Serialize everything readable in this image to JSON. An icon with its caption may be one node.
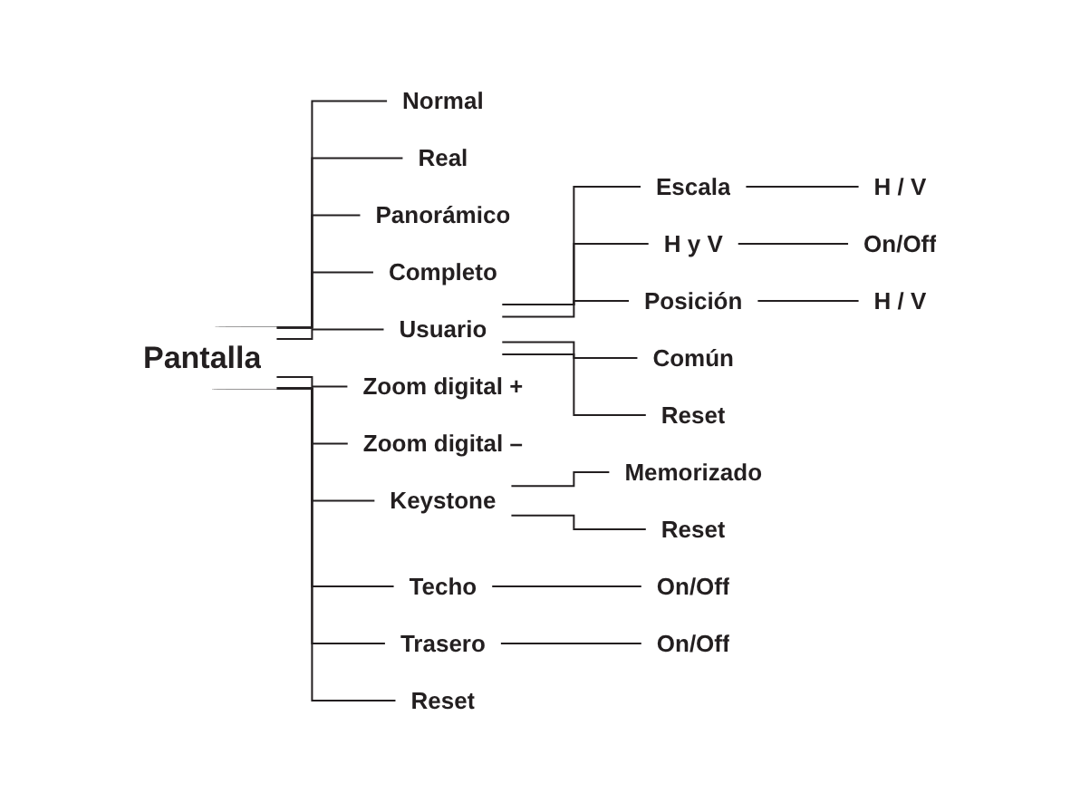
{
  "diagram": {
    "nodes": [
      {
        "text": [
          "Pantalla"
        ]
      },
      {
        "text": [
          "Normal"
        ]
      },
      {
        "text": [
          "Real"
        ]
      },
      {
        "text": [
          "Panorámico"
        ]
      },
      {
        "text": [
          "Completo"
        ]
      },
      {
        "text": [
          "Usuario"
        ]
      },
      {
        "text": [
          "Escala"
        ]
      },
      {
        "text": [
          "H / V"
        ]
      },
      {
        "text": [
          "H y V"
        ]
      },
      {
        "text": [
          "On/Off"
        ]
      },
      {
        "text": [
          "Posición"
        ]
      },
      {
        "text": [
          "H / V"
        ]
      },
      {
        "text": [
          "Común"
        ]
      },
      {
        "text": [
          "Reset"
        ]
      },
      {
        "text": [
          "Zoom digital +"
        ]
      },
      {
        "text": [
          "Zoom digital –"
        ]
      },
      {
        "text": [
          "Keystone"
        ]
      },
      {
        "text": [
          "Memorizado"
        ]
      },
      {
        "text": [
          "Reset"
        ]
      },
      {
        "text": [
          "Techo"
        ]
      },
      {
        "text": [
          "On/Off"
        ]
      },
      {
        "text": [
          "Trasero"
        ]
      },
      {
        "text": [
          "On/Off"
        ]
      },
      {
        "text": [
          "Reset"
        ]
      }
    ],
    "edges": [
      {
        "from": 0,
        "to": 1,
        "arrow": "none"
      },
      {
        "from": 0,
        "to": 2,
        "arrow": "none"
      },
      {
        "from": 0,
        "to": 3,
        "arrow": "none"
      },
      {
        "from": 0,
        "to": 4,
        "arrow": "none"
      },
      {
        "from": 0,
        "to": 5,
        "arrow": "none"
      },
      {
        "from": 5,
        "to": 6,
        "arrow": "none"
      },
      {
        "from": 6,
        "to": 7,
        "arrow": "none"
      },
      {
        "from": 5,
        "to": 8,
        "arrow": "none"
      },
      {
        "from": 8,
        "to": 9,
        "arrow": "none"
      },
      {
        "from": 5,
        "to": 10,
        "arrow": "none"
      },
      {
        "from": 10,
        "to": 11,
        "arrow": "none"
      },
      {
        "from": 5,
        "to": 12,
        "arrow": "none"
      },
      {
        "from": 5,
        "to": 13,
        "arrow": "none"
      },
      {
        "from": 0,
        "to": 14,
        "arrow": "none"
      },
      {
        "from": 0,
        "to": 15,
        "arrow": "none"
      },
      {
        "from": 0,
        "to": 16,
        "arrow": "none"
      },
      {
        "from": 16,
        "to": 17,
        "arrow": "none"
      },
      {
        "from": 16,
        "to": 18,
        "arrow": "none"
      },
      {
        "from": 0,
        "to": 19,
        "arrow": "none"
      },
      {
        "from": 19,
        "to": 20,
        "arrow": "none"
      },
      {
        "from": 0,
        "to": 21,
        "arrow": "none"
      },
      {
        "from": 21,
        "to": 22,
        "arrow": "none"
      },
      {
        "from": 0,
        "to": 23,
        "arrow": "none"
      }
    ]
  }
}
